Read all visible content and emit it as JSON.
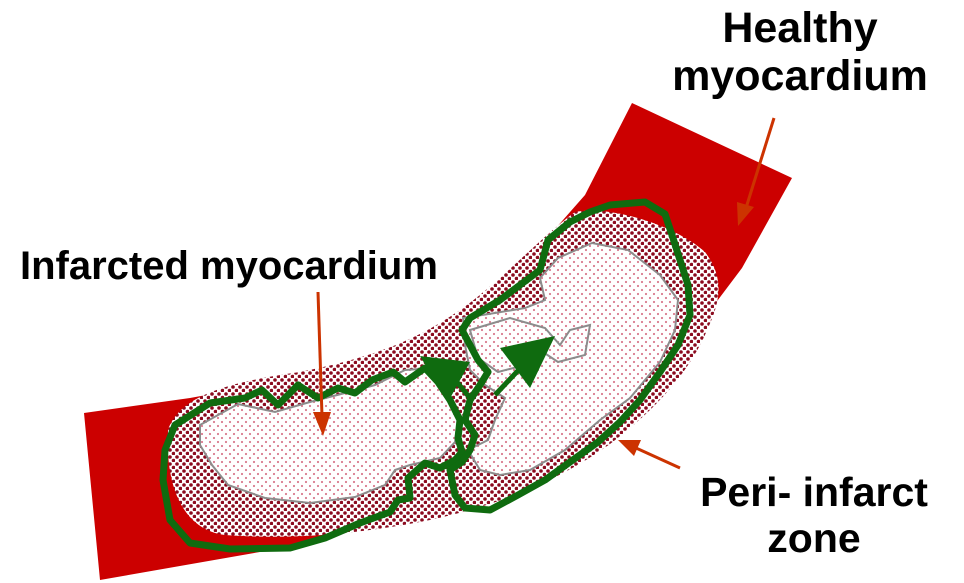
{
  "labels": {
    "healthy": {
      "line1": "Healthy",
      "line2": "myocardium"
    },
    "infarcted": "Infarcted myocardium",
    "peri": {
      "line1": "Peri- infarct",
      "line2": "zone"
    }
  },
  "colors": {
    "healthy_tissue": "#cc0000",
    "peri_infarct_dots": "#8b0a1e",
    "infarct_dots": "#d97b8f",
    "border": "#0f6b0f",
    "pointer": "#cc3300",
    "infarct_outline": "#8c8c8c"
  },
  "icons": [
    "arrow-right-icon",
    "arrow-up-right-icon"
  ]
}
